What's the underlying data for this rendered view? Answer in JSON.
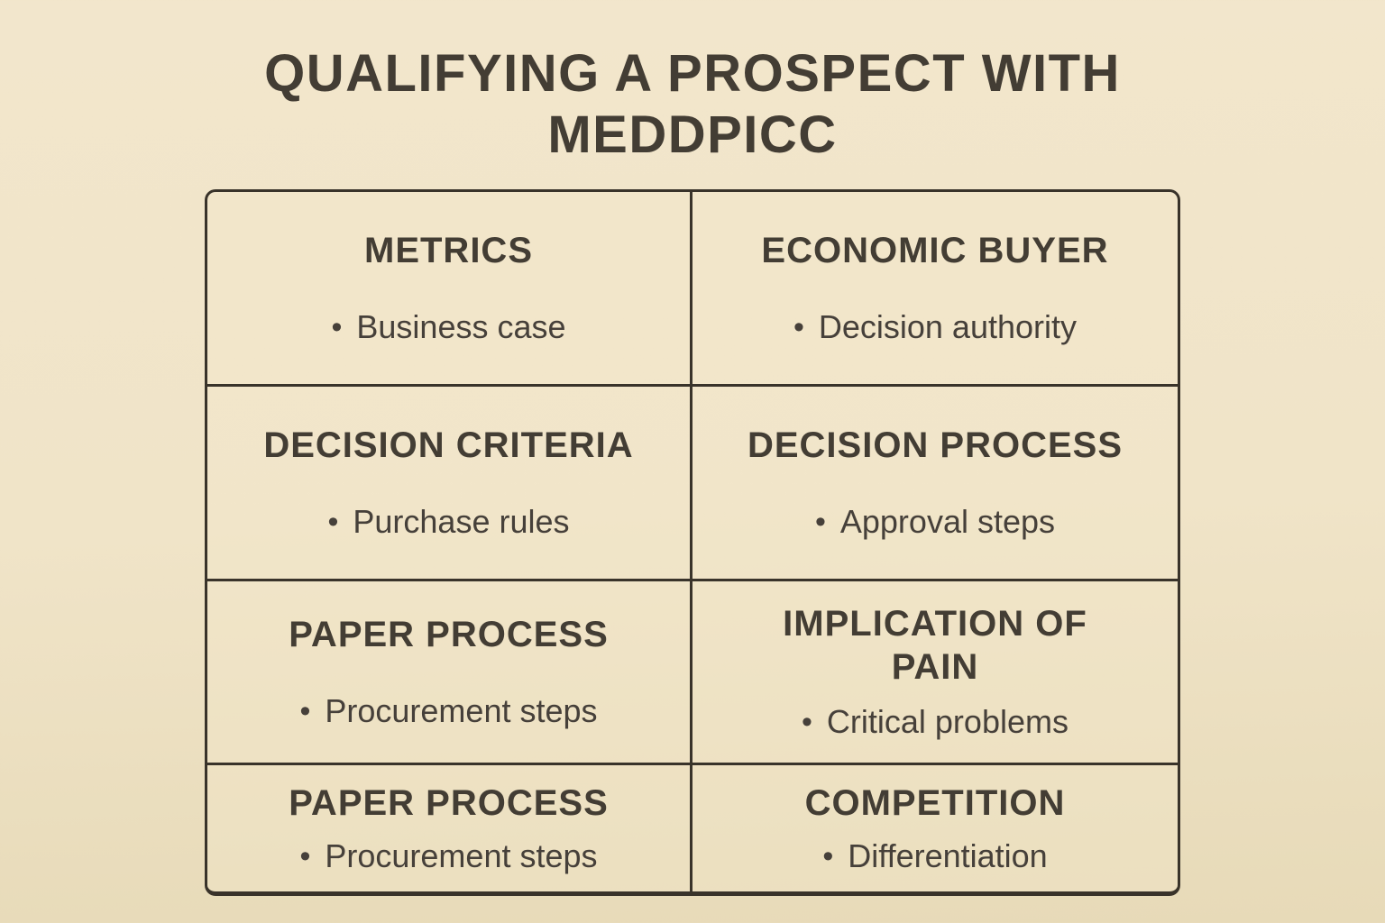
{
  "title": "QUALIFYING A PROSPECT WITH MEDDPICC",
  "bullet_char": "•",
  "colors": {
    "background": "#f0e4c8",
    "text": "#453f37",
    "heading_text": "#433d34",
    "border": "#39332a"
  },
  "cells": [
    {
      "heading": "METRICS",
      "bullet": "Business case"
    },
    {
      "heading": "ECONOMIC BUYER",
      "bullet": "Decision authority"
    },
    {
      "heading": "DECISION CRITERIA",
      "bullet": "Purchase rules"
    },
    {
      "heading": "DECISION PROCESS",
      "bullet": "Approval steps"
    },
    {
      "heading": "PAPER PROCESS",
      "bullet": "Procurement steps"
    },
    {
      "heading": "IMPLICATION OF PAIN",
      "bullet": "Critical problems"
    },
    {
      "heading": "PAPER PROCESS",
      "bullet": "Procurement steps"
    },
    {
      "heading": "COMPETITION",
      "bullet": "Differentiation"
    }
  ]
}
